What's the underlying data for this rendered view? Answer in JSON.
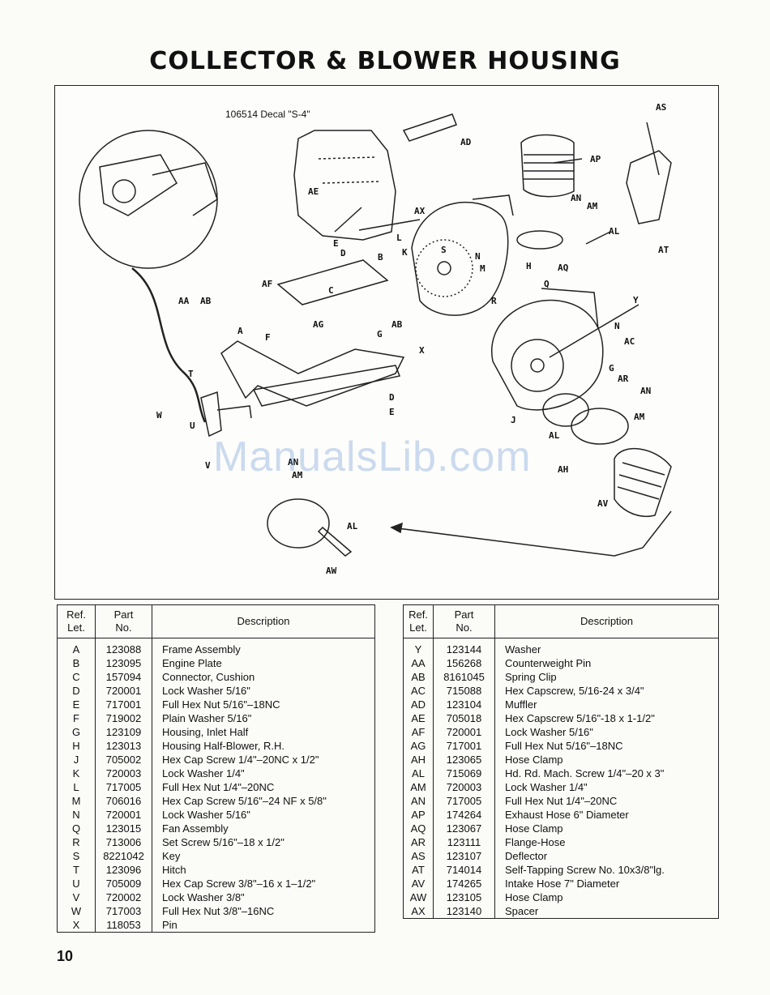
{
  "title": "COLLECTOR & BLOWER HOUSING",
  "diagram": {
    "decal_label": "106514  Decal \"S-4\"",
    "watermark": "ManualsLib.com",
    "callouts": [
      "AS",
      "AD",
      "AP",
      "AN",
      "AM",
      "AL",
      "AT",
      "AQ",
      "AE",
      "AX",
      "H",
      "L",
      "K",
      "E",
      "D",
      "B",
      "S",
      "N",
      "M",
      "AF",
      "C",
      "Q",
      "R",
      "AG",
      "AA",
      "AB",
      "Y",
      "A",
      "F",
      "G",
      "AB",
      "X",
      "N",
      "AC",
      "G",
      "AR",
      "AN",
      "T",
      "D",
      "E",
      "AM",
      "W",
      "U",
      "J",
      "AL",
      "V",
      "AN",
      "AM",
      "AH",
      "AV",
      "AL",
      "AW"
    ]
  },
  "table": {
    "col_ref": "Ref.\nLet.",
    "col_part": "Part\nNo.",
    "col_desc": "Description",
    "left_rows": [
      {
        "ref": "A",
        "part": "123088",
        "desc": "Frame Assembly"
      },
      {
        "ref": "B",
        "part": "123095",
        "desc": "Engine Plate"
      },
      {
        "ref": "C",
        "part": "157094",
        "desc": "Connector, Cushion"
      },
      {
        "ref": "D",
        "part": "720001",
        "desc": "Lock Washer 5/16\""
      },
      {
        "ref": "E",
        "part": "717001",
        "desc": "Full Hex Nut 5/16\"–18NC"
      },
      {
        "ref": "F",
        "part": "719002",
        "desc": "Plain Washer 5/16\""
      },
      {
        "ref": "G",
        "part": "123109",
        "desc": "Housing, Inlet Half"
      },
      {
        "ref": "H",
        "part": "123013",
        "desc": "Housing Half-Blower, R.H."
      },
      {
        "ref": "J",
        "part": "705002",
        "desc": "Hex Cap Screw 1/4\"–20NC x 1/2\""
      },
      {
        "ref": "K",
        "part": "720003",
        "desc": "Lock Washer 1/4\""
      },
      {
        "ref": "L",
        "part": "717005",
        "desc": "Full Hex Nut 1/4\"–20NC"
      },
      {
        "ref": "M",
        "part": "706016",
        "desc": "Hex Cap Screw 5/16\"–24 NF x 5/8\""
      },
      {
        "ref": "N",
        "part": "720001",
        "desc": "Lock Washer 5/16\""
      },
      {
        "ref": "Q",
        "part": "123015",
        "desc": "Fan Assembly"
      },
      {
        "ref": "R",
        "part": "713006",
        "desc": "Set Screw 5/16\"–18 x 1/2\""
      },
      {
        "ref": "S",
        "part": "8221042",
        "desc": "Key"
      },
      {
        "ref": "T",
        "part": "123096",
        "desc": "Hitch"
      },
      {
        "ref": "U",
        "part": "705009",
        "desc": "Hex Cap Screw 3/8\"–16 x 1–1/2\""
      },
      {
        "ref": "V",
        "part": "720002",
        "desc": "Lock Washer 3/8\""
      },
      {
        "ref": "W",
        "part": "717003",
        "desc": "Full Hex Nut 3/8\"–16NC"
      },
      {
        "ref": "X",
        "part": "118053",
        "desc": "Pin"
      }
    ],
    "right_rows": [
      {
        "ref": "Y",
        "part": "123144",
        "desc": "Washer"
      },
      {
        "ref": "AA",
        "part": "156268",
        "desc": "Counterweight Pin"
      },
      {
        "ref": "AB",
        "part": "8161045",
        "desc": "Spring Clip"
      },
      {
        "ref": "AC",
        "part": "715088",
        "desc": "Hex Capscrew, 5/16-24 x 3/4\""
      },
      {
        "ref": "AD",
        "part": "123104",
        "desc": "Muffler"
      },
      {
        "ref": "AE",
        "part": "705018",
        "desc": "Hex Capscrew 5/16\"-18 x 1-1/2\""
      },
      {
        "ref": "AF",
        "part": "720001",
        "desc": "Lock Washer 5/16\""
      },
      {
        "ref": "AG",
        "part": "717001",
        "desc": "Full Hex Nut 5/16\"–18NC"
      },
      {
        "ref": "AH",
        "part": "123065",
        "desc": "Hose Clamp"
      },
      {
        "ref": "AL",
        "part": "715069",
        "desc": "Hd. Rd. Mach. Screw 1/4\"–20 x 3\""
      },
      {
        "ref": "AM",
        "part": "720003",
        "desc": "Lock Washer 1/4\""
      },
      {
        "ref": "AN",
        "part": "717005",
        "desc": "Full Hex Nut 1/4\"–20NC"
      },
      {
        "ref": "AP",
        "part": "174264",
        "desc": "Exhaust Hose 6\" Diameter"
      },
      {
        "ref": "AQ",
        "part": "123067",
        "desc": "Hose Clamp"
      },
      {
        "ref": "AR",
        "part": "123111",
        "desc": "Flange-Hose"
      },
      {
        "ref": "AS",
        "part": "123107",
        "desc": "Deflector"
      },
      {
        "ref": "AT",
        "part": "714014",
        "desc": "Self-Tapping Screw No. 10x3/8\"lg."
      },
      {
        "ref": "AV",
        "part": "174265",
        "desc": "Intake Hose 7\" Diameter"
      },
      {
        "ref": "AW",
        "part": "123105",
        "desc": "Hose Clamp"
      },
      {
        "ref": "AX",
        "part": "123140",
        "desc": "Spacer"
      }
    ]
  },
  "page_number": "10"
}
